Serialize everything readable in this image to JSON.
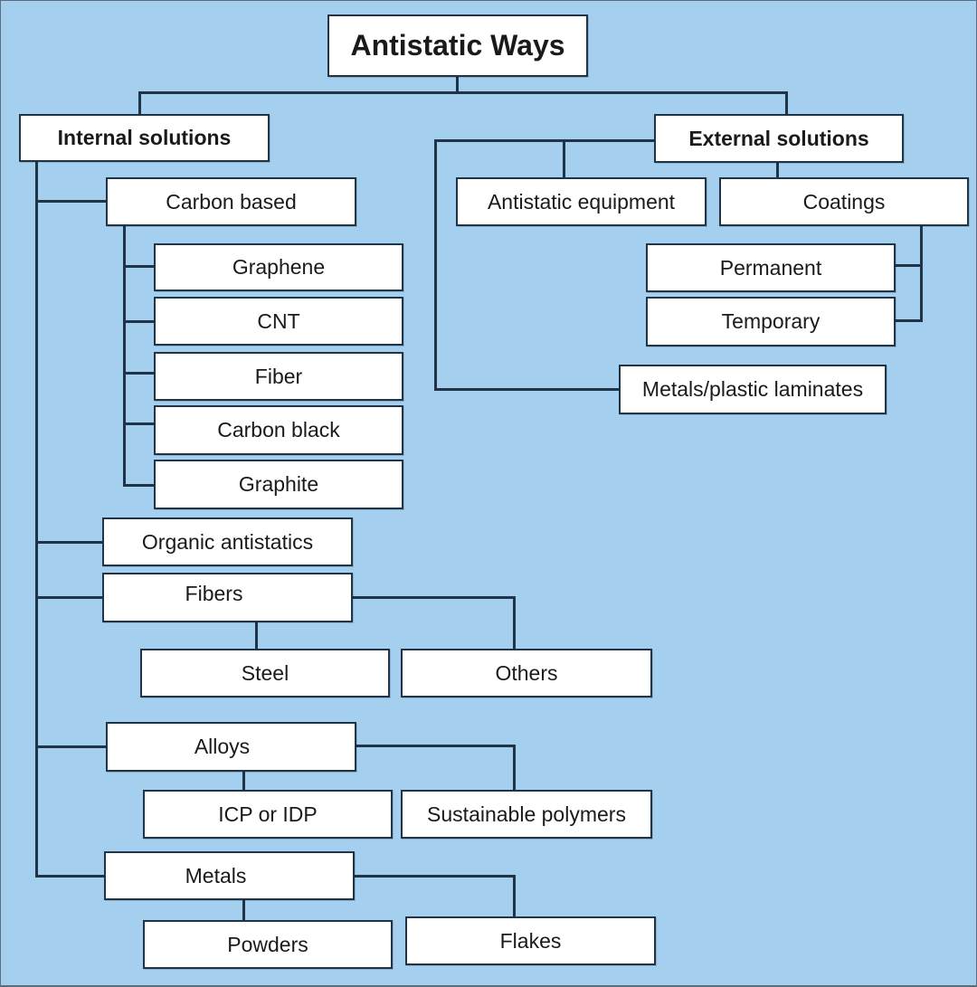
{
  "diagram": {
    "title": "Antistatic Ways",
    "background_color": "#a5cfee",
    "box_color": "#ffffff",
    "line_color": "#1f3447",
    "internal": {
      "label": "Internal solutions",
      "carbon_based": {
        "label": "Carbon based",
        "children": [
          "Graphene",
          "CNT",
          "Fiber",
          "Carbon black",
          "Graphite"
        ]
      },
      "organic_antistatics": "Organic antistatics",
      "fibers": {
        "label": "Fibers",
        "children": [
          "Steel",
          "Others"
        ]
      },
      "alloys": {
        "label": "Alloys",
        "children": [
          "ICP or IDP",
          "Sustainable polymers"
        ]
      },
      "metals": {
        "label": "Metals",
        "children": [
          "Powders",
          "Flakes"
        ]
      }
    },
    "external": {
      "label": "External solutions",
      "antistatic_equipment": "Antistatic equipment",
      "coatings": {
        "label": "Coatings",
        "children": [
          "Permanent",
          "Temporary"
        ]
      },
      "laminates": "Metals/plastic laminates"
    }
  }
}
